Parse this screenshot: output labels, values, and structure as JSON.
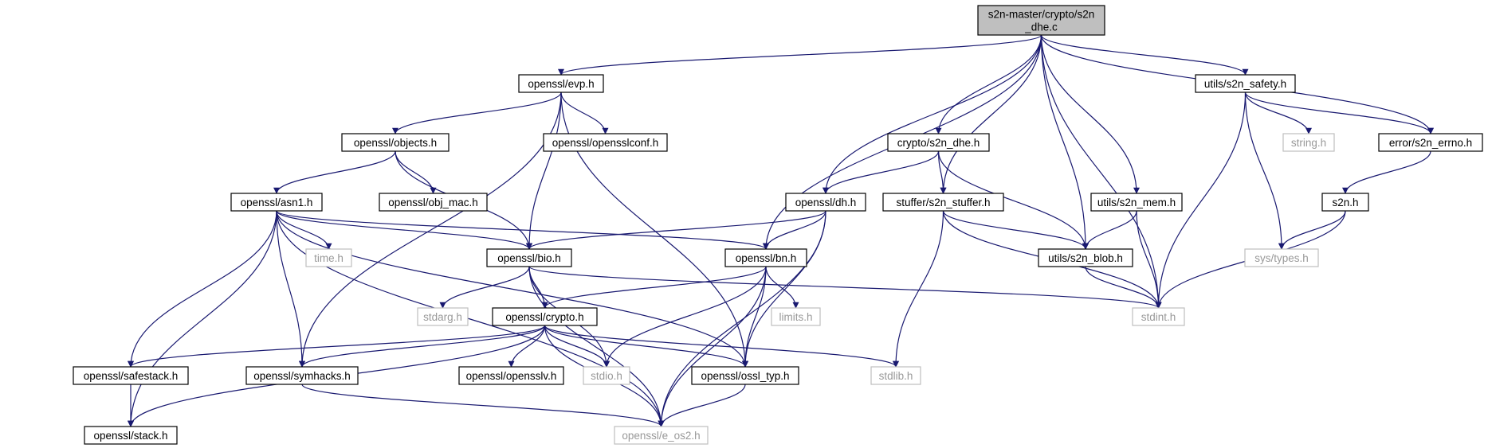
{
  "colors": {
    "edge": "#191970",
    "node_border": "#000000",
    "root_fill": "#bfbfbf",
    "system_border": "#bfbfbf",
    "system_text": "#999999",
    "text": "#000000"
  },
  "nodes": [
    {
      "id": "root",
      "lines": [
        "s2n-master/crypto/s2n",
        "_dhe.c"
      ],
      "kind": "root"
    },
    {
      "id": "evp",
      "lines": [
        "openssl/evp.h"
      ],
      "kind": "local"
    },
    {
      "id": "safety",
      "lines": [
        "utils/s2n_safety.h"
      ],
      "kind": "local"
    },
    {
      "id": "objects",
      "lines": [
        "openssl/objects.h"
      ],
      "kind": "local"
    },
    {
      "id": "opensslconf",
      "lines": [
        "openssl/opensslconf.h"
      ],
      "kind": "local"
    },
    {
      "id": "s2ndhe",
      "lines": [
        "crypto/s2n_dhe.h"
      ],
      "kind": "local"
    },
    {
      "id": "string",
      "lines": [
        "string.h"
      ],
      "kind": "system"
    },
    {
      "id": "errno",
      "lines": [
        "error/s2n_errno.h"
      ],
      "kind": "local"
    },
    {
      "id": "asn1",
      "lines": [
        "openssl/asn1.h"
      ],
      "kind": "local"
    },
    {
      "id": "objmac",
      "lines": [
        "openssl/obj_mac.h"
      ],
      "kind": "local"
    },
    {
      "id": "dh",
      "lines": [
        "openssl/dh.h"
      ],
      "kind": "local"
    },
    {
      "id": "stuffer",
      "lines": [
        "stuffer/s2n_stuffer.h"
      ],
      "kind": "local"
    },
    {
      "id": "mem",
      "lines": [
        "utils/s2n_mem.h"
      ],
      "kind": "local"
    },
    {
      "id": "s2nh",
      "lines": [
        "s2n.h"
      ],
      "kind": "local"
    },
    {
      "id": "time",
      "lines": [
        "time.h"
      ],
      "kind": "system"
    },
    {
      "id": "bio",
      "lines": [
        "openssl/bio.h"
      ],
      "kind": "local"
    },
    {
      "id": "bn",
      "lines": [
        "openssl/bn.h"
      ],
      "kind": "local"
    },
    {
      "id": "blob",
      "lines": [
        "utils/s2n_blob.h"
      ],
      "kind": "local"
    },
    {
      "id": "systypes",
      "lines": [
        "sys/types.h"
      ],
      "kind": "system"
    },
    {
      "id": "stdarg",
      "lines": [
        "stdarg.h"
      ],
      "kind": "system"
    },
    {
      "id": "crypto",
      "lines": [
        "openssl/crypto.h"
      ],
      "kind": "local"
    },
    {
      "id": "limits",
      "lines": [
        "limits.h"
      ],
      "kind": "system"
    },
    {
      "id": "stdint",
      "lines": [
        "stdint.h"
      ],
      "kind": "system"
    },
    {
      "id": "safestack",
      "lines": [
        "openssl/safestack.h"
      ],
      "kind": "local"
    },
    {
      "id": "symhacks",
      "lines": [
        "openssl/symhacks.h"
      ],
      "kind": "local"
    },
    {
      "id": "opensslv",
      "lines": [
        "openssl/opensslv.h"
      ],
      "kind": "local"
    },
    {
      "id": "stdio",
      "lines": [
        "stdio.h"
      ],
      "kind": "system"
    },
    {
      "id": "ossltyp",
      "lines": [
        "openssl/ossl_typ.h"
      ],
      "kind": "local"
    },
    {
      "id": "stdlib",
      "lines": [
        "stdlib.h"
      ],
      "kind": "system"
    },
    {
      "id": "stack",
      "lines": [
        "openssl/stack.h"
      ],
      "kind": "local"
    },
    {
      "id": "eos2",
      "lines": [
        "openssl/e_os2.h"
      ],
      "kind": "system"
    }
  ],
  "edges": [
    [
      "root",
      "evp"
    ],
    [
      "root",
      "safety"
    ],
    [
      "root",
      "errno"
    ],
    [
      "root",
      "stdint"
    ],
    [
      "root",
      "s2ndhe"
    ],
    [
      "root",
      "dh"
    ],
    [
      "root",
      "bn"
    ],
    [
      "root",
      "stuffer"
    ],
    [
      "root",
      "blob"
    ],
    [
      "root",
      "mem"
    ],
    [
      "evp",
      "objects"
    ],
    [
      "evp",
      "opensslconf"
    ],
    [
      "evp",
      "bio"
    ],
    [
      "evp",
      "ossltyp"
    ],
    [
      "evp",
      "symhacks"
    ],
    [
      "objects",
      "asn1"
    ],
    [
      "objects",
      "objmac"
    ],
    [
      "objects",
      "bio"
    ],
    [
      "asn1",
      "time"
    ],
    [
      "asn1",
      "bio"
    ],
    [
      "asn1",
      "bn"
    ],
    [
      "asn1",
      "ossltyp"
    ],
    [
      "asn1",
      "symhacks"
    ],
    [
      "asn1",
      "safestack"
    ],
    [
      "asn1",
      "stack"
    ],
    [
      "asn1",
      "eos2"
    ],
    [
      "s2ndhe",
      "dh"
    ],
    [
      "s2ndhe",
      "stuffer"
    ],
    [
      "s2ndhe",
      "blob"
    ],
    [
      "dh",
      "bio"
    ],
    [
      "dh",
      "bn"
    ],
    [
      "dh",
      "ossltyp"
    ],
    [
      "dh",
      "eos2"
    ],
    [
      "stuffer",
      "blob"
    ],
    [
      "stuffer",
      "stdint"
    ],
    [
      "stuffer",
      "stdlib"
    ],
    [
      "mem",
      "blob"
    ],
    [
      "mem",
      "stdint"
    ],
    [
      "safety",
      "string"
    ],
    [
      "safety",
      "errno"
    ],
    [
      "safety",
      "systypes"
    ],
    [
      "safety",
      "stdint"
    ],
    [
      "errno",
      "s2nh"
    ],
    [
      "s2nh",
      "systypes"
    ],
    [
      "s2nh",
      "stdint"
    ],
    [
      "bio",
      "stdarg"
    ],
    [
      "bio",
      "crypto"
    ],
    [
      "bio",
      "stdint"
    ],
    [
      "bio",
      "stdio"
    ],
    [
      "bio",
      "eos2"
    ],
    [
      "bn",
      "crypto"
    ],
    [
      "bn",
      "limits"
    ],
    [
      "bn",
      "stdio"
    ],
    [
      "bn",
      "ossltyp"
    ],
    [
      "bn",
      "eos2"
    ],
    [
      "blob",
      "stdint"
    ],
    [
      "crypto",
      "safestack"
    ],
    [
      "crypto",
      "symhacks"
    ],
    [
      "crypto",
      "opensslv"
    ],
    [
      "crypto",
      "stdio"
    ],
    [
      "crypto",
      "ossltyp"
    ],
    [
      "crypto",
      "stdlib"
    ],
    [
      "crypto",
      "eos2"
    ],
    [
      "crypto",
      "stack"
    ],
    [
      "safestack",
      "stack"
    ],
    [
      "symhacks",
      "eos2"
    ],
    [
      "ossltyp",
      "eos2"
    ]
  ]
}
